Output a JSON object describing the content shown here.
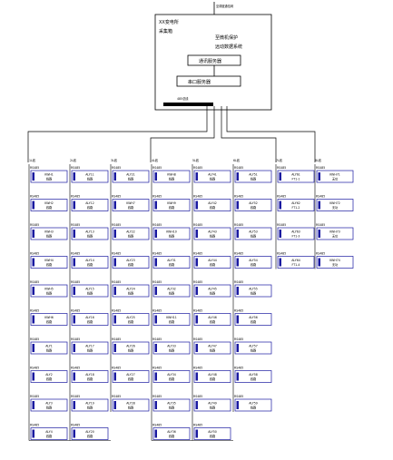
{
  "top_label": "至调度通信网",
  "station": {
    "name_line1": "XX变电所",
    "name_line2": "采集箱"
  },
  "devices": {
    "gps_line1": "至微机保护",
    "gps_line2": "远动数据系统",
    "comm_server": "通讯服务器",
    "serial_server": "串口服务器",
    "bus_label": "485总线"
  },
  "column_headers": [
    "1L线",
    "2L线",
    "3L线",
    "4L线",
    "5L线",
    "6L线",
    "7L线",
    "8L线"
  ],
  "columns": [
    {
      "rows": [
        {
          "tag": "RS485",
          "name": "KWH1",
          "sub": "线路"
        },
        {
          "tag": "RS485",
          "name": "KWH2",
          "sub": "线路"
        },
        {
          "tag": "RS485",
          "name": "KWH3",
          "sub": "线路"
        },
        {
          "tag": "RS485",
          "name": "KWH4",
          "sub": "线路"
        },
        {
          "tag": "RS485",
          "name": "KWH5",
          "sub": "线路"
        },
        {
          "tag": "RS485",
          "name": "KWH6",
          "sub": "线路"
        },
        {
          "tag": "RS485",
          "name": "ALY1",
          "sub": "线路"
        },
        {
          "tag": "RS485",
          "name": "ALY2",
          "sub": "线路"
        },
        {
          "tag": "RS485",
          "name": "ALY3",
          "sub": "线路"
        },
        {
          "tag": "RS485",
          "name": "ALY4",
          "sub": "线路"
        }
      ]
    },
    {
      "rows": [
        {
          "tag": "RS485",
          "name": "ALY11",
          "sub": "线路"
        },
        {
          "tag": "RS485",
          "name": "ALY12",
          "sub": "线路"
        },
        {
          "tag": "RS485",
          "name": "ALY13",
          "sub": "线路"
        },
        {
          "tag": "RS485",
          "name": "ALY14",
          "sub": "线路"
        },
        {
          "tag": "RS485",
          "name": "ALY15",
          "sub": "线路"
        },
        {
          "tag": "RS485",
          "name": "ALY16",
          "sub": "线路"
        },
        {
          "tag": "RS485",
          "name": "ALY17",
          "sub": "线路"
        },
        {
          "tag": "RS485",
          "name": "ALY18",
          "sub": "线路"
        },
        {
          "tag": "RS485",
          "name": "ALY19",
          "sub": "线路"
        },
        {
          "tag": "RS485",
          "name": "ALY20",
          "sub": "线路"
        }
      ]
    },
    {
      "rows": [
        {
          "tag": "RS485",
          "name": "ALY21",
          "sub": "线路"
        },
        {
          "tag": "RS485",
          "name": "KWH7",
          "sub": "线路"
        },
        {
          "tag": "RS485",
          "name": "ALY22",
          "sub": "线路"
        },
        {
          "tag": "RS485",
          "name": "ALY23",
          "sub": "线路"
        },
        {
          "tag": "RS485",
          "name": "ALY24",
          "sub": "线路"
        },
        {
          "tag": "RS485",
          "name": "ALY25",
          "sub": "线路"
        },
        {
          "tag": "RS485",
          "name": "ALY26",
          "sub": "线路"
        },
        {
          "tag": "RS485",
          "name": "ALY27",
          "sub": "线路"
        },
        {
          "tag": "RS485",
          "name": "ALY28",
          "sub": "线路"
        }
      ]
    },
    {
      "rows": [
        {
          "tag": "RS485",
          "name": "KWH8",
          "sub": "线路"
        },
        {
          "tag": "RS485",
          "name": "KWH9",
          "sub": "线路"
        },
        {
          "tag": "RS485",
          "name": "KWH10",
          "sub": "线路"
        },
        {
          "tag": "RS485",
          "name": "ALY31",
          "sub": "线路"
        },
        {
          "tag": "RS485",
          "name": "ALY32",
          "sub": "线路"
        },
        {
          "tag": "RS485",
          "name": "KWH11",
          "sub": "线路"
        },
        {
          "tag": "RS485",
          "name": "ALY33",
          "sub": "线路"
        },
        {
          "tag": "RS485",
          "name": "ALY34",
          "sub": "线路"
        },
        {
          "tag": "RS485",
          "name": "ALY35",
          "sub": "线路"
        },
        {
          "tag": "RS485",
          "name": "ALY36",
          "sub": "线路"
        }
      ]
    },
    {
      "rows": [
        {
          "tag": "RS485",
          "name": "ALY41",
          "sub": "线路"
        },
        {
          "tag": "RS485",
          "name": "ALY42",
          "sub": "线路"
        },
        {
          "tag": "RS485",
          "name": "ALY43",
          "sub": "线路"
        },
        {
          "tag": "RS485",
          "name": "ALY44",
          "sub": "线路"
        },
        {
          "tag": "RS485",
          "name": "ALY45",
          "sub": "线路"
        },
        {
          "tag": "RS485",
          "name": "ALY46",
          "sub": "线路"
        },
        {
          "tag": "RS485",
          "name": "ALY47",
          "sub": "线路"
        },
        {
          "tag": "RS485",
          "name": "ALY48",
          "sub": "线路"
        },
        {
          "tag": "RS485",
          "name": "ALY49",
          "sub": "线路"
        },
        {
          "tag": "RS485",
          "name": "ALY50",
          "sub": "线路"
        }
      ]
    },
    {
      "rows": [
        {
          "tag": "RS485",
          "name": "ALY51",
          "sub": "线路"
        },
        {
          "tag": "RS485",
          "name": "ALY52",
          "sub": "线路"
        },
        {
          "tag": "RS485",
          "name": "ALY53",
          "sub": "线路"
        },
        {
          "tag": "RS485",
          "name": "ALY54",
          "sub": "线路"
        },
        {
          "tag": "RS485",
          "name": "ALY55",
          "sub": "线路"
        },
        {
          "tag": "RS485",
          "name": "ALY56",
          "sub": "线路"
        },
        {
          "tag": "RS485",
          "name": "ALY57",
          "sub": "线路"
        },
        {
          "tag": "RS485",
          "name": "ALY58",
          "sub": "线路"
        },
        {
          "tag": "RS485",
          "name": "ALY59",
          "sub": "线路"
        }
      ]
    },
    {
      "rows": [
        {
          "tag": "RS485",
          "name": "ALY61",
          "sub": "FT1-1"
        },
        {
          "tag": "RS485",
          "name": "ALY62",
          "sub": "FT1-2"
        },
        {
          "tag": "RS485",
          "name": "ALY63",
          "sub": "FT1-3"
        },
        {
          "tag": "RS485",
          "name": "ALY64",
          "sub": "FT1-4"
        }
      ]
    },
    {
      "rows": [
        {
          "tag": "RS485",
          "name": "KWH71",
          "sub": "无功"
        },
        {
          "tag": "RS485",
          "name": "KWH72",
          "sub": "无功"
        },
        {
          "tag": "RS485",
          "name": "KWH73",
          "sub": "无功"
        },
        {
          "tag": "RS485",
          "name": "KWH74",
          "sub": "无功"
        }
      ]
    }
  ]
}
